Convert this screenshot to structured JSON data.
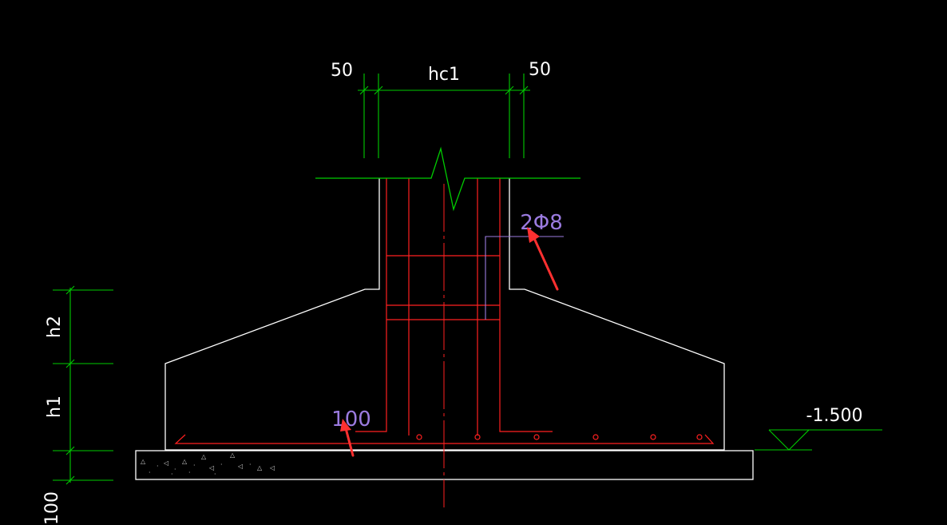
{
  "drawing": {
    "background": "#000000",
    "colors": {
      "concrete_outline": "#ffffff",
      "dimension": "#00cc00",
      "rebar": "#ff2020",
      "centerline": "#ff2020",
      "annotation": "#9b7be0",
      "callout_arrow": "#ff3030"
    }
  },
  "dimensions": {
    "top_left_cover": "50",
    "column_width": "hc1",
    "top_right_cover": "50",
    "height_upper": "h2",
    "height_lower": "h1",
    "cushion_thickness": "100"
  },
  "annotations": {
    "stirrup_label": "2Φ8",
    "bar_spacing_label": "100",
    "elevation_label": "-1.500"
  },
  "icons": {
    "arrows": "callout-arrow-icon",
    "elevation": "elevation-triangle-icon",
    "break": "break-line-icon"
  }
}
